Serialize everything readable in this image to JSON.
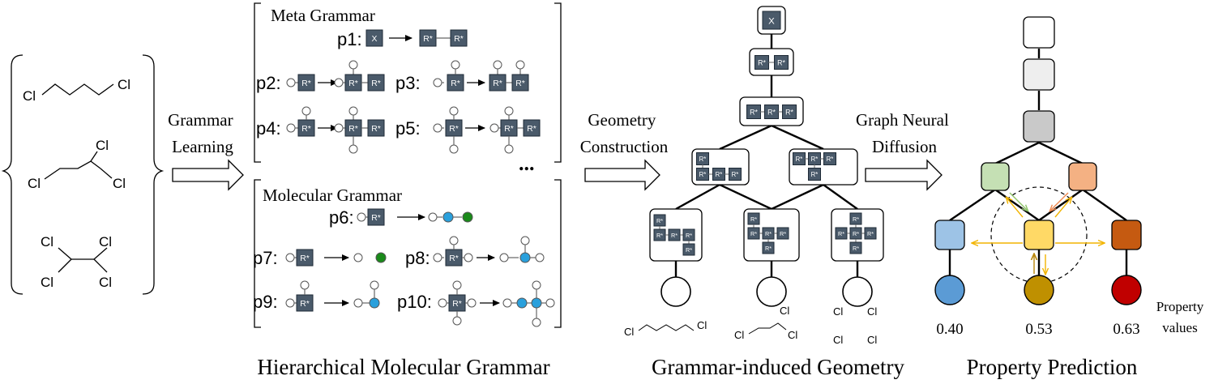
{
  "molecules": {
    "m1": {
      "left_cl": "Cl",
      "right_cl": "Cl"
    },
    "m2": {
      "top_cl": "Cl",
      "left_cl": "Cl",
      "right_cl": "Cl"
    },
    "m3": {
      "tl_cl": "Cl",
      "tr_cl": "Cl",
      "bl_cl": "Cl",
      "br_cl": "Cl"
    }
  },
  "arrows": {
    "grammar_learning": "Grammar\nLearning",
    "geometry_construction": "Geometry\nConstruction",
    "graph_neural_diffusion": "Graph Neural\nDiffusion"
  },
  "meta_grammar": {
    "title": "Meta Grammar",
    "x_label": "X",
    "r_label": "R*",
    "rules": [
      "p1:",
      "p2:",
      "p3:",
      "p4:",
      "p5:"
    ],
    "ellipsis": "..."
  },
  "molecular_grammar": {
    "title": "Molecular Grammar",
    "rules": [
      "p6:",
      "p7:",
      "p8:",
      "p9:",
      "p10:"
    ]
  },
  "geometry": {
    "root_label": "X",
    "node_label": "R*",
    "leaf_molecules": {
      "l1": {
        "left": "Cl",
        "right": "Cl"
      },
      "l2": {
        "left": "Cl",
        "top": "Cl",
        "right": "Cl"
      },
      "l3": {
        "tl": "Cl",
        "tr": "Cl",
        "bl": "Cl",
        "br": "Cl"
      }
    }
  },
  "prediction": {
    "values": [
      "0.40",
      "0.53",
      "0.63"
    ],
    "values_caption": "Property\nvalues",
    "colors": {
      "leaf_left": "#5b9bd5",
      "leaf_mid": "#bf9000",
      "leaf_right": "#c00000",
      "mid_left": "#9dc3e6",
      "mid_mid": "#ffd966",
      "mid_right": "#c55a11",
      "upper_left": "#c5e0b4",
      "upper_right": "#f4b183",
      "chain_1": "#ffffff",
      "chain_2": "#eeeeee",
      "chain_3": "#c9c9c9"
    }
  },
  "captions": {
    "left": "Hierarchical Molecular Grammar",
    "mid": "Grammar-induced Geometry",
    "right": "Property Prediction"
  }
}
